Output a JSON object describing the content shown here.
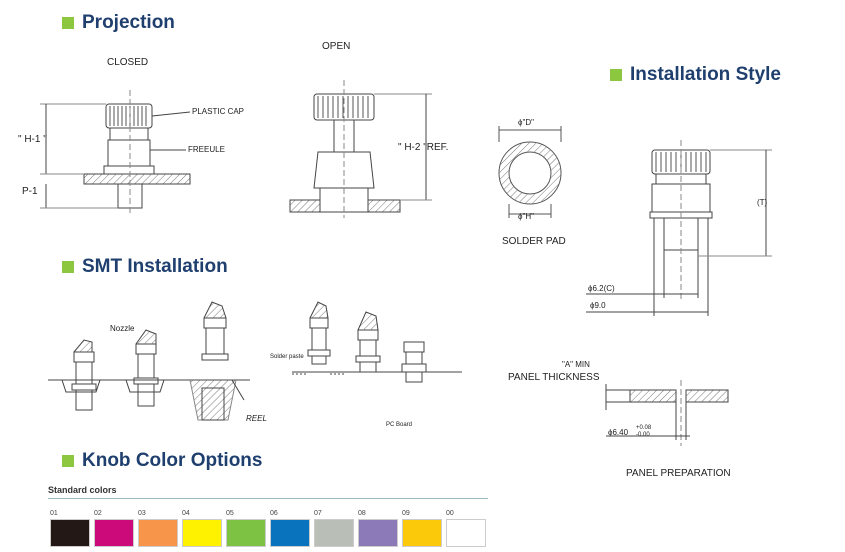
{
  "headings": {
    "projection": "Projection",
    "installation_style": "Installation Style",
    "smt_installation": "SMT Installation",
    "knob_color_options": "Knob Color Options"
  },
  "projection": {
    "closed": "CLOSED",
    "open": "OPEN",
    "plastic_cap": "PLASTIC CAP",
    "ferrule": "FREEULE",
    "h1": "\" H-1 \"",
    "p1": "P-1",
    "h2": "\" H-2 \"REF."
  },
  "installation": {
    "d": "ϕ\"D\"",
    "h": "ϕ\"H\"",
    "solder_pad": "SOLDER PAD",
    "t": "(T)",
    "dia_62": "ϕ6.2(C)",
    "dia_9": "ϕ9.0",
    "a_min": "\"A\" MIN",
    "panel_thickness": "PANEL THICKNESS",
    "dia_640": "ϕ6.40",
    "tol_plus": "+0.08",
    "tol_minus": "-0.00",
    "panel_preparation": "PANEL PREPARATION"
  },
  "smt": {
    "nozzle": "Nozzle",
    "reel": "REEL",
    "solder_paste": "Solder paste",
    "pc_board": "PC Board"
  },
  "colors": {
    "title": "Standard colors",
    "items": [
      {
        "code": "01",
        "hex": "#231815"
      },
      {
        "code": "02",
        "hex": "#cc0a7a"
      },
      {
        "code": "03",
        "hex": "#f7964a"
      },
      {
        "code": "04",
        "hex": "#fff200"
      },
      {
        "code": "05",
        "hex": "#7dc242"
      },
      {
        "code": "06",
        "hex": "#0a73bd"
      },
      {
        "code": "07",
        "hex": "#b9beb6"
      },
      {
        "code": "08",
        "hex": "#8c79b8"
      },
      {
        "code": "09",
        "hex": "#fcc80a"
      },
      {
        "code": "00",
        "hex": "#ffffff"
      }
    ]
  }
}
